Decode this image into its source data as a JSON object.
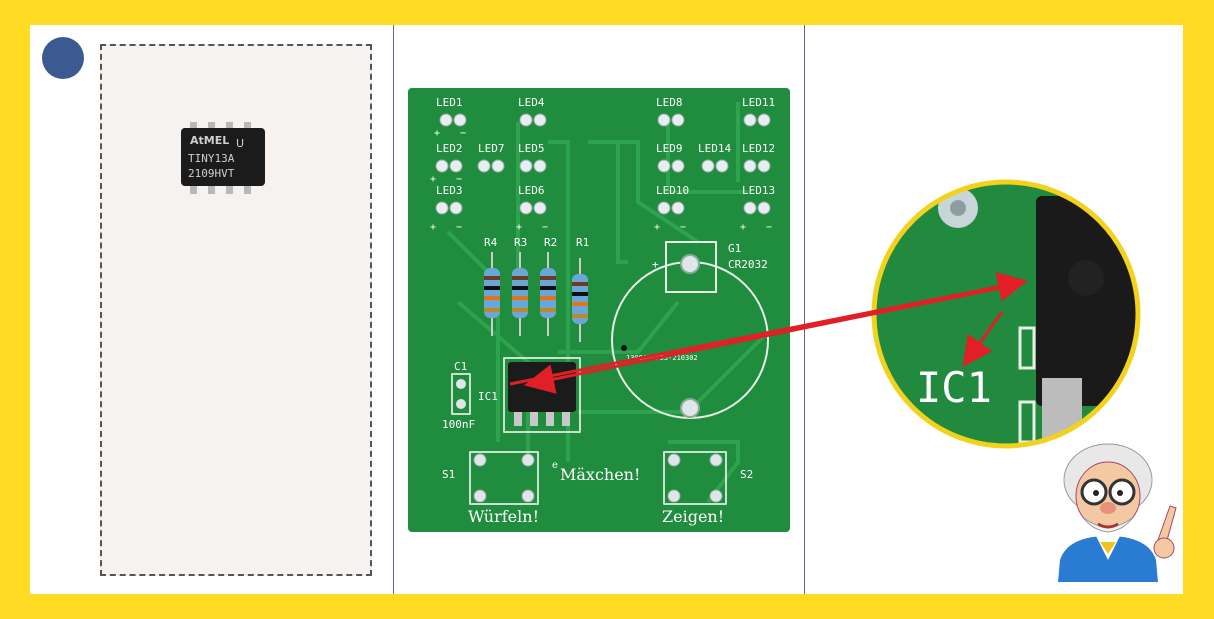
{
  "chip": {
    "brand": "AtMEL",
    "suffix": "U",
    "model": "TINY13A",
    "code": "2109HVT"
  },
  "pcb": {
    "leds": [
      "LED1",
      "LED4",
      "LED8",
      "LED11",
      "LED2",
      "LED7",
      "LED5",
      "LED9",
      "LED14",
      "LED12",
      "LED3",
      "LED6",
      "LED10",
      "LED13"
    ],
    "resistors": [
      "R4",
      "R3",
      "R2",
      "R1"
    ],
    "battery": {
      "name": "G1",
      "type": "CR2032",
      "code": "1300A6AP53-210302",
      "plus": "+"
    },
    "capacitor": {
      "name": "C1",
      "value": "100nF"
    },
    "ic": "IC1",
    "switch_left": "S1",
    "switch_right": "S2",
    "label_roll": "Würfeln!",
    "label_brand": "Mäxchen!",
    "label_brand_mark": "e",
    "label_show": "Zeigen!",
    "plus": "+",
    "minus": "−"
  },
  "zoom": {
    "ic_label": "IC1"
  },
  "colors": {
    "frame": "#ffdb23",
    "step_dot": "#3c5a92",
    "pcb": "#1f8c3e",
    "arrow": "#e21f26"
  }
}
